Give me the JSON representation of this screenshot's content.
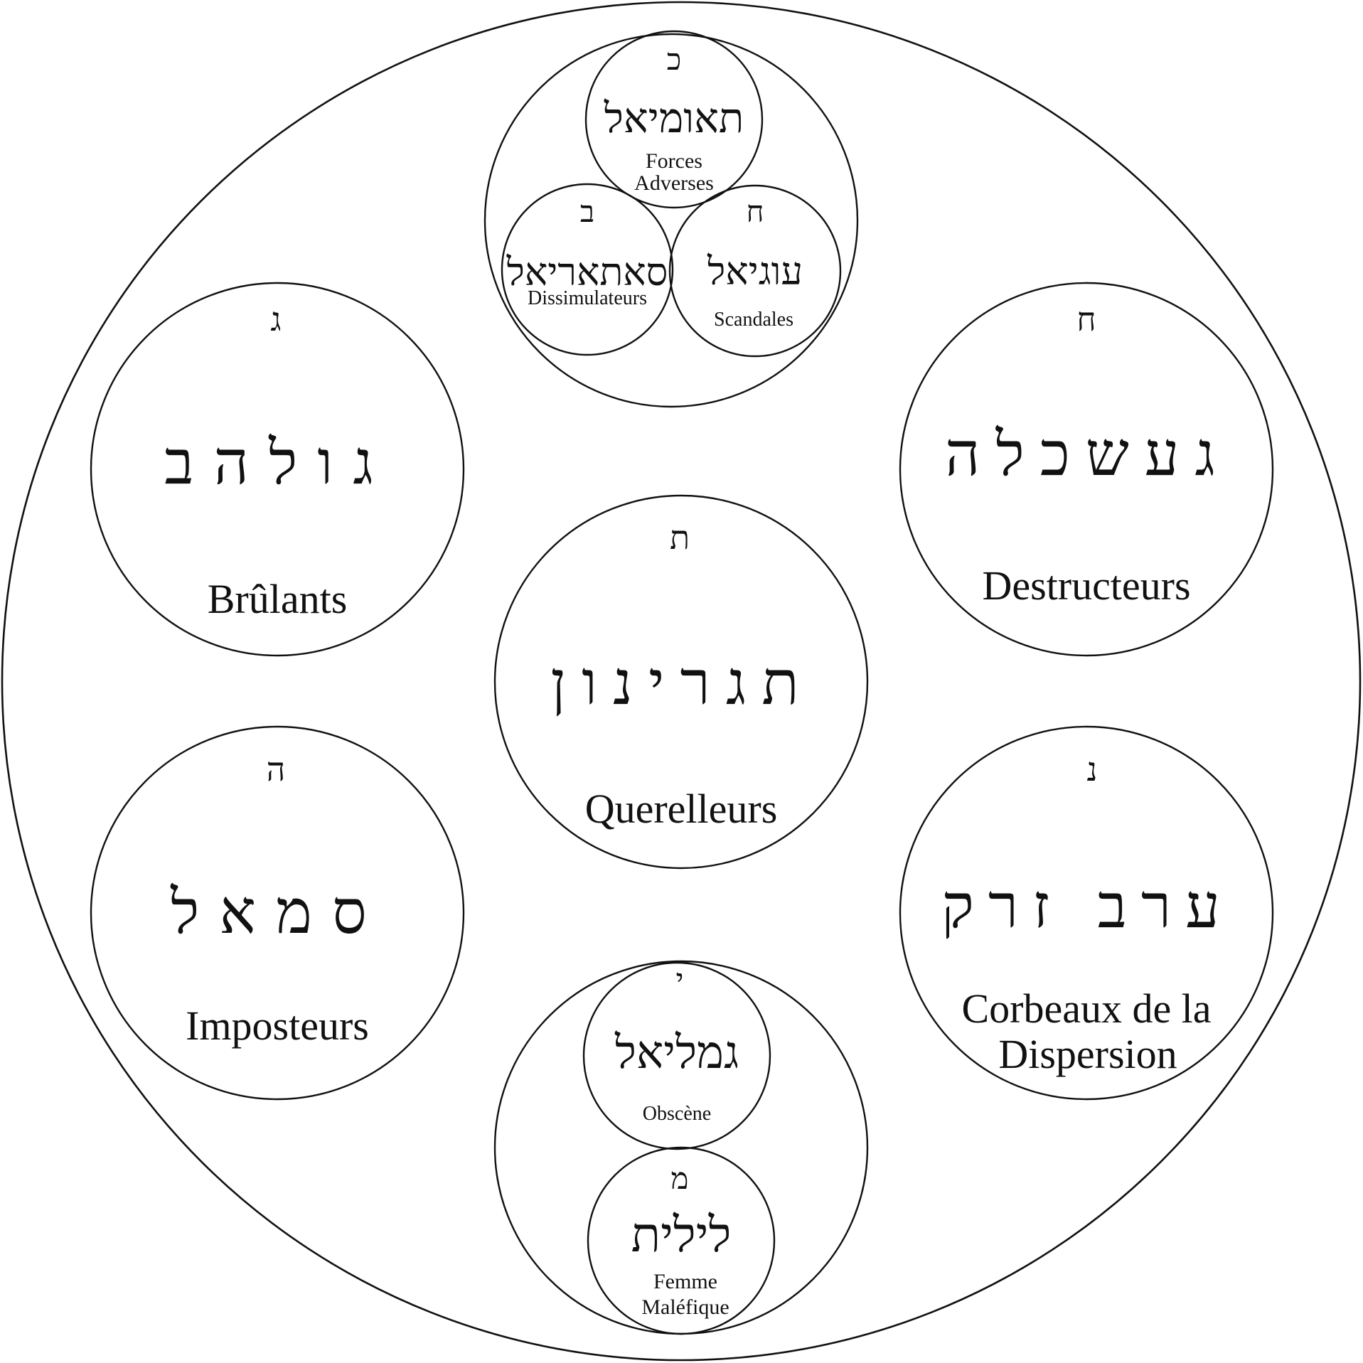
{
  "diagram": {
    "outer": {},
    "top_group": {
      "forces": {
        "letter": "כ",
        "hebrew": "תאומיאל",
        "french_line1": "Forces",
        "french_line2": "Adverses"
      },
      "dissimulateurs": {
        "letter": "ב",
        "hebrew": "סאתאריאל",
        "french": "Dissimulateurs"
      },
      "scandales": {
        "letter": "ח",
        "hebrew": "עוגיאל",
        "french": "Scandales"
      }
    },
    "brulants": {
      "letter": "ג",
      "hebrew": "גולהב",
      "french": "Brûlants"
    },
    "destructeurs": {
      "letter": "ח",
      "hebrew": "געשכלה",
      "french": "Destructeurs"
    },
    "querelleurs": {
      "letter": "ת",
      "hebrew": "תגרינון",
      "french": "Querelleurs"
    },
    "imposteurs": {
      "letter": "ה",
      "hebrew": "סמאל",
      "french": "Imposteurs"
    },
    "corbeaux": {
      "letter": "נ",
      "hebrew": "ערב זרק",
      "french_line1": "Corbeaux de la",
      "french_line2": "Dispersion"
    },
    "bottom_group": {
      "obscene": {
        "letter": "י",
        "hebrew": "גמליאל",
        "french": "Obscène"
      },
      "lilith": {
        "letter": "מ",
        "hebrew": "לילית",
        "french_line1": "Femme",
        "french_line2": "Maléfique"
      }
    }
  }
}
